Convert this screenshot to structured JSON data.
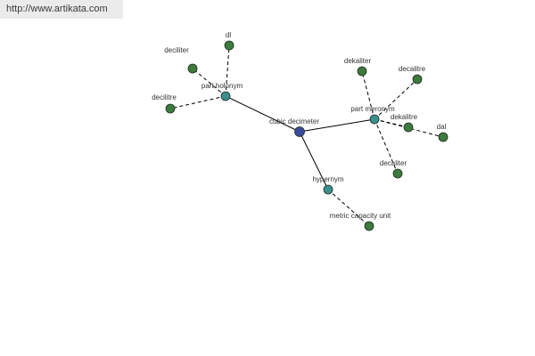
{
  "header": {
    "url": "http://www.artikata.com"
  },
  "colors": {
    "center": "#3c4a9c",
    "relation": "#3c8f8f",
    "leaf": "#3d7a3d",
    "stroke": "#1e2e1e"
  },
  "graph": {
    "nodes": [
      {
        "id": "center",
        "label": "cubic decimeter",
        "kind": "center"
      },
      {
        "id": "holonym",
        "label": "part holonym",
        "kind": "relation"
      },
      {
        "id": "meronym",
        "label": "part meronym",
        "kind": "relation"
      },
      {
        "id": "hypernym",
        "label": "hypernym",
        "kind": "relation"
      },
      {
        "id": "dl",
        "label": "dl",
        "kind": "leaf"
      },
      {
        "id": "deciliter",
        "label": "deciliter",
        "kind": "leaf"
      },
      {
        "id": "decilitre",
        "label": "decilitre",
        "kind": "leaf"
      },
      {
        "id": "dekaliter",
        "label": "dekaliter",
        "kind": "leaf"
      },
      {
        "id": "decalitre",
        "label": "decalitre",
        "kind": "leaf"
      },
      {
        "id": "dekalitre",
        "label": "dekalitre",
        "kind": "leaf"
      },
      {
        "id": "dal",
        "label": "dal",
        "kind": "leaf"
      },
      {
        "id": "decaliter",
        "label": "decaliter",
        "kind": "leaf"
      },
      {
        "id": "metric",
        "label": "metric capacity unit",
        "kind": "leaf"
      }
    ],
    "edges": [
      {
        "from": "center",
        "to": "holonym",
        "style": "solid"
      },
      {
        "from": "center",
        "to": "meronym",
        "style": "solid"
      },
      {
        "from": "center",
        "to": "hypernym",
        "style": "solid"
      },
      {
        "from": "holonym",
        "to": "dl",
        "style": "dashed"
      },
      {
        "from": "holonym",
        "to": "deciliter",
        "style": "dashed"
      },
      {
        "from": "holonym",
        "to": "decilitre",
        "style": "dashed"
      },
      {
        "from": "meronym",
        "to": "dekaliter",
        "style": "dashed"
      },
      {
        "from": "meronym",
        "to": "decalitre",
        "style": "dashed"
      },
      {
        "from": "meronym",
        "to": "dekalitre",
        "style": "dashed"
      },
      {
        "from": "meronym",
        "to": "dal",
        "style": "dashed"
      },
      {
        "from": "meronym",
        "to": "decaliter",
        "style": "dashed"
      },
      {
        "from": "hypernym",
        "to": "metric",
        "style": "dashed"
      }
    ]
  }
}
